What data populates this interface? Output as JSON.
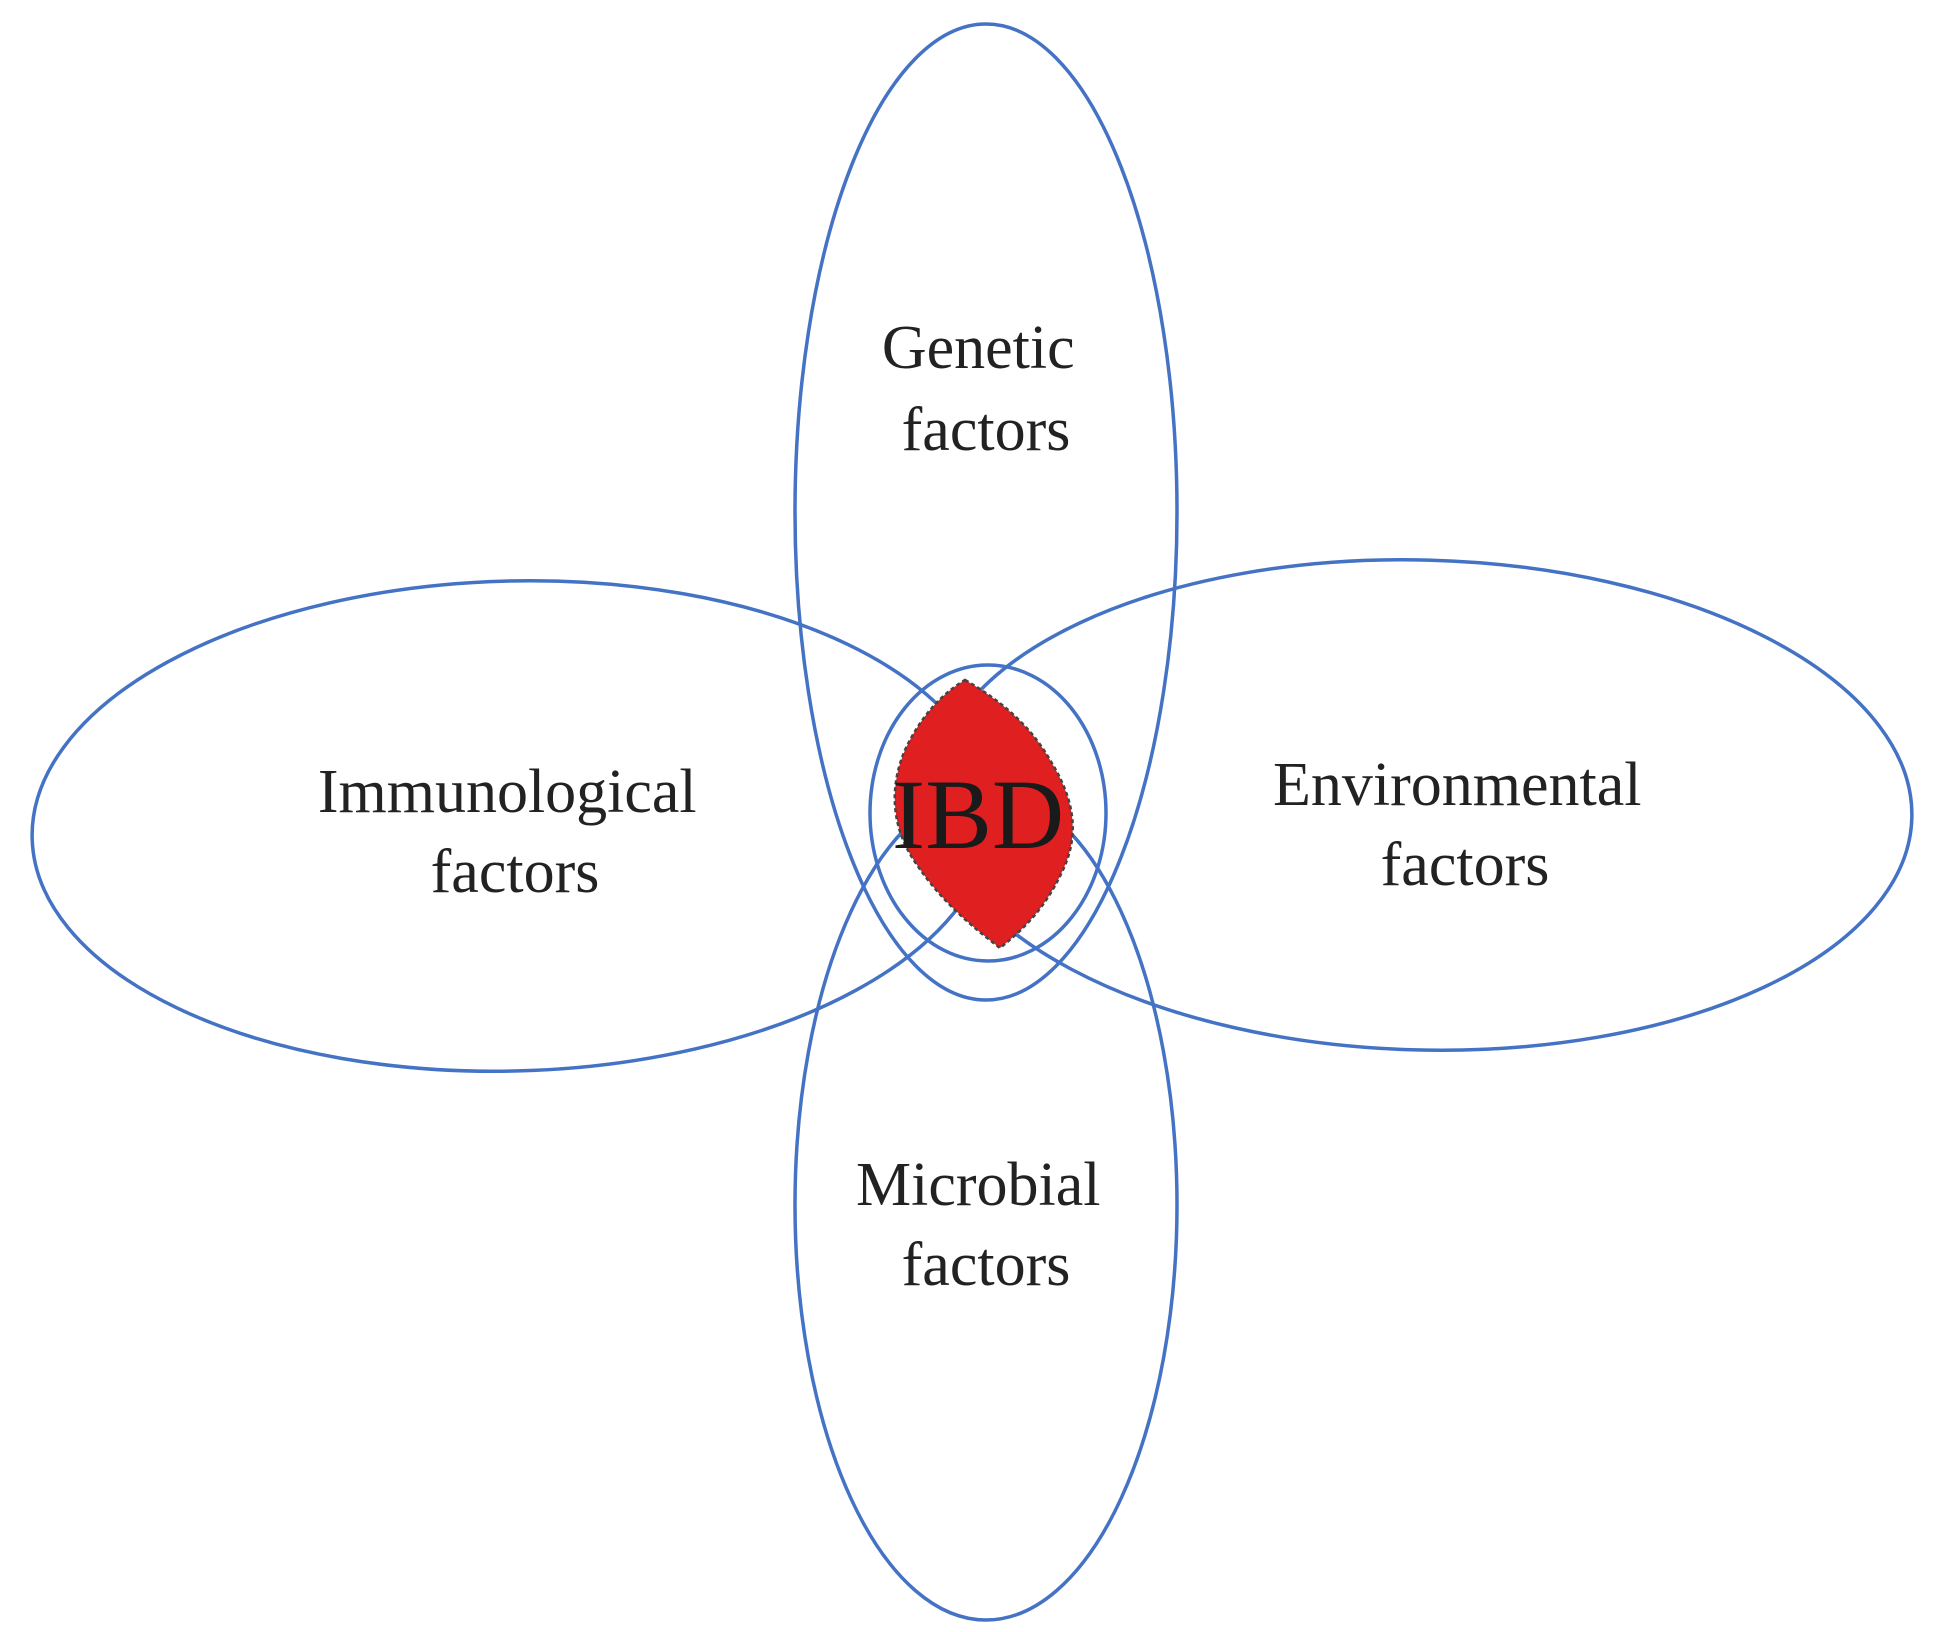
{
  "colors": {
    "ellipse_stroke": "#4472c4",
    "ibd_fill": "#e02020",
    "ibd_outline": "#444444"
  },
  "factors": {
    "genetic": {
      "line1": "Genetic",
      "line2": "factors"
    },
    "immunological": {
      "line1": "Immunological",
      "line2": "factors"
    },
    "environmental": {
      "line1": "Environmental",
      "line2": "factors"
    },
    "microbial": {
      "line1": "Microbial",
      "line2": "factors"
    }
  },
  "center": {
    "label": "IBD"
  }
}
